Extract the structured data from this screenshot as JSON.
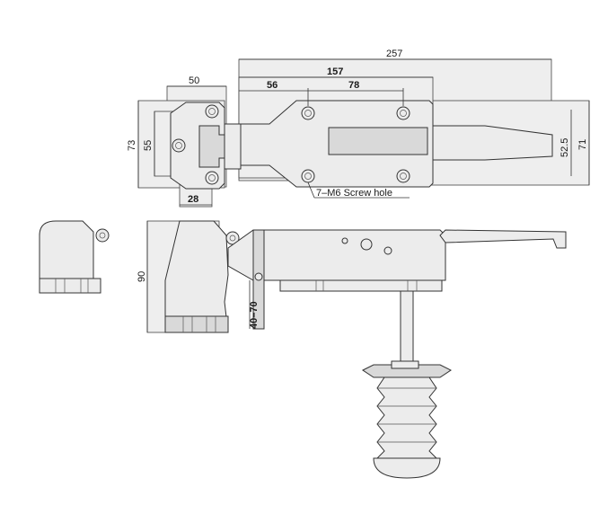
{
  "drawing": {
    "dimensions": {
      "overall_length": "257",
      "body_length": "157",
      "hole_offset": "56",
      "hole_spacing": "78",
      "hinge_width": "50",
      "hinge_height_outer": "73",
      "hinge_height_inner": "55",
      "hinge_base": "28",
      "latch_height_outer": "71",
      "latch_height_inner": "52.5",
      "side_height": "90",
      "adjust_range": "40–70"
    },
    "note": "7–M6 Screw hole"
  }
}
